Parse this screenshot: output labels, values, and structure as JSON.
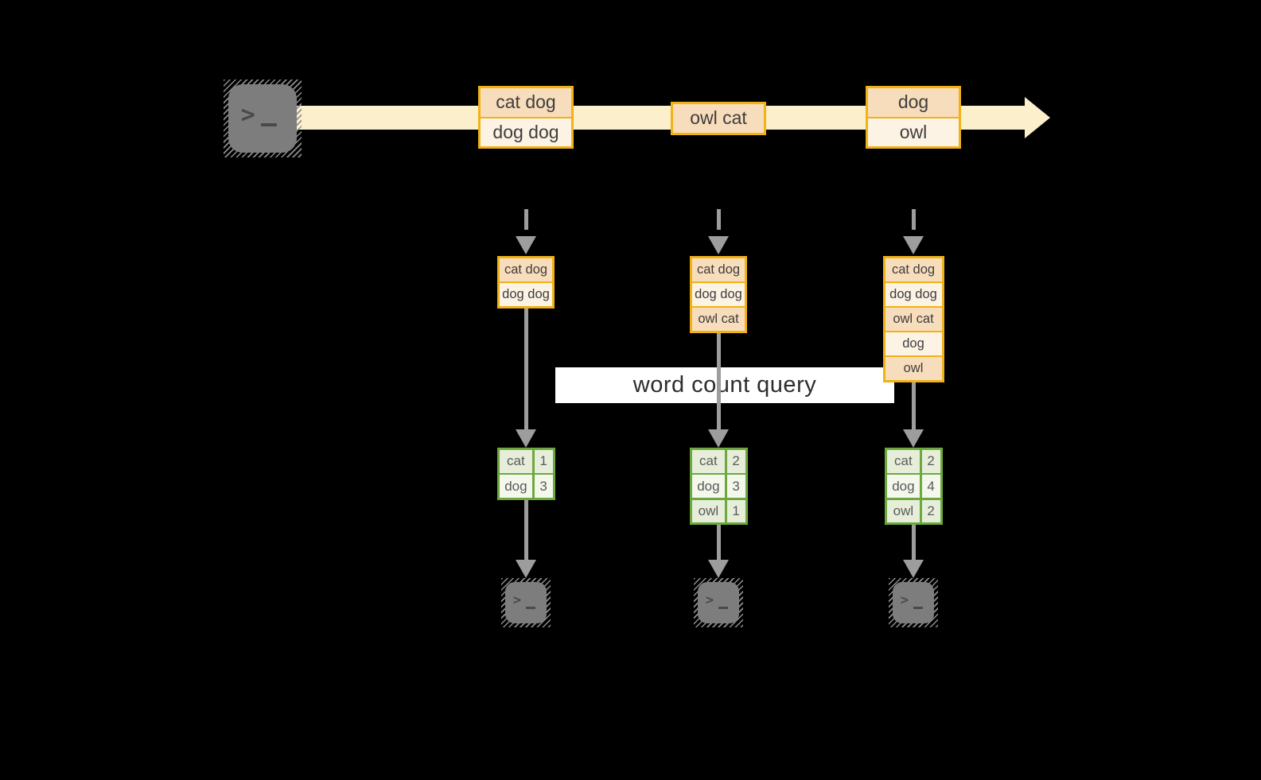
{
  "query_label": "word count query",
  "timeline": {
    "events": [
      {
        "lines": [
          "cat dog",
          "dog dog"
        ]
      },
      {
        "lines": [
          "owl cat"
        ]
      },
      {
        "lines": [
          "dog",
          "owl"
        ]
      }
    ]
  },
  "columns": [
    {
      "buffer": [
        "cat dog",
        "dog dog"
      ],
      "counts": [
        {
          "word": "cat",
          "count": "1"
        },
        {
          "word": "dog",
          "count": "3"
        }
      ]
    },
    {
      "buffer": [
        "cat dog",
        "dog dog",
        "owl cat"
      ],
      "counts": [
        {
          "word": "cat",
          "count": "2"
        },
        {
          "word": "dog",
          "count": "3"
        },
        {
          "word": "owl",
          "count": "1"
        }
      ]
    },
    {
      "buffer": [
        "cat dog",
        "dog dog",
        "owl cat",
        "dog",
        "owl"
      ],
      "counts": [
        {
          "word": "cat",
          "count": "2"
        },
        {
          "word": "dog",
          "count": "4"
        },
        {
          "word": "owl",
          "count": "2"
        }
      ]
    }
  ],
  "icons": {
    "terminal_prompt": ">",
    "terminal_cursor": "_"
  },
  "colors": {
    "background": "#000000",
    "band": "#FBEFCC",
    "box_border": "#F0B215",
    "row_dark": "#F8DDBC",
    "row_light": "#FDF3E4",
    "table_border": "#6DA83E",
    "table_row_dark": "#E6EEDA",
    "table_row_light": "#F3F7EC",
    "arrow_gray": "#9D9D9D",
    "label_bg": "#FFFFFF",
    "text_dark": "#3D3D3D",
    "table_text": "#5A5A5A",
    "query_text": "#2D2D2D",
    "terminal_fill": "#7D7D7D",
    "hatch": "#8F8F8F"
  }
}
